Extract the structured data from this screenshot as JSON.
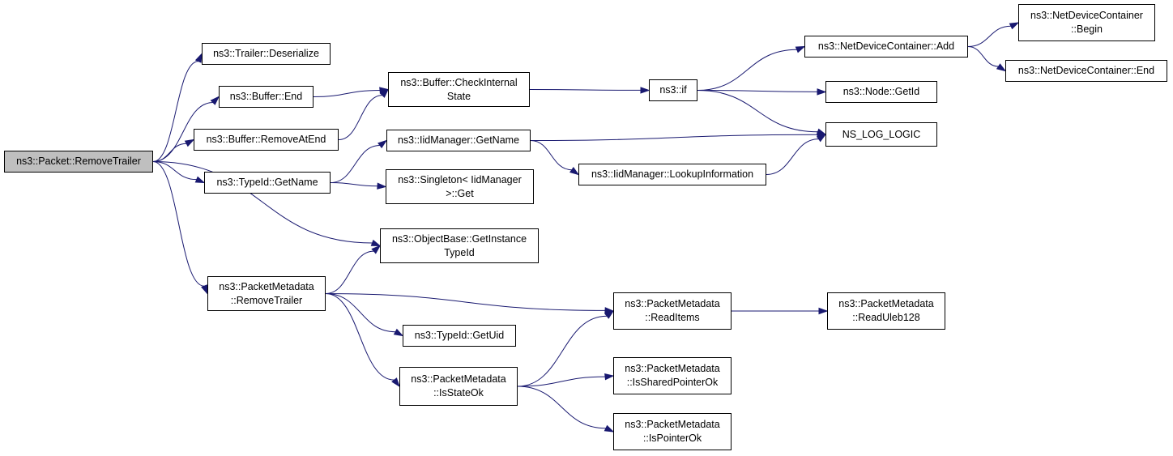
{
  "colors": {
    "edge": "#191970",
    "root_fill": "#bfbfbf",
    "node_fill": "#ffffff",
    "border": "#000000"
  },
  "nodes": {
    "remove_trailer": {
      "lines": [
        "ns3::Packet::RemoveTrailer"
      ]
    },
    "trailer_deserialize": {
      "lines": [
        "ns3::Trailer::Deserialize"
      ]
    },
    "buffer_end": {
      "lines": [
        "ns3::Buffer::End"
      ]
    },
    "buffer_remove_at_end": {
      "lines": [
        "ns3::Buffer::RemoveAtEnd"
      ]
    },
    "typeid_getname": {
      "lines": [
        "ns3::TypeId::GetName"
      ]
    },
    "objectbase_getinstancetypeid": {
      "lines": [
        "ns3::ObjectBase::GetInstance",
        "TypeId"
      ]
    },
    "pm_remove_trailer": {
      "lines": [
        "ns3::PacketMetadata",
        "::RemoveTrailer"
      ]
    },
    "buffer_checkinternalstate": {
      "lines": [
        "ns3::Buffer::CheckInternal",
        "State"
      ]
    },
    "iidmanager_getname": {
      "lines": [
        "ns3::IidManager::GetName"
      ]
    },
    "singleton_get": {
      "lines": [
        "ns3::Singleton< IidManager",
        ">::Get"
      ]
    },
    "typeid_getuid": {
      "lines": [
        "ns3::TypeId::GetUid"
      ]
    },
    "pm_isstateok": {
      "lines": [
        "ns3::PacketMetadata",
        "::IsStateOk"
      ]
    },
    "ns3_if": {
      "lines": [
        "ns3::if"
      ]
    },
    "iidmanager_lookupinformation": {
      "lines": [
        "ns3::IidManager::LookupInformation"
      ]
    },
    "pm_readitems": {
      "lines": [
        "ns3::PacketMetadata",
        "::ReadItems"
      ]
    },
    "pm_issharedpointerok": {
      "lines": [
        "ns3::PacketMetadata",
        "::IsSharedPointerOk"
      ]
    },
    "pm_ispointerok": {
      "lines": [
        "ns3::PacketMetadata",
        "::IsPointerOk"
      ]
    },
    "ndc_add": {
      "lines": [
        "ns3::NetDeviceContainer::Add"
      ]
    },
    "node_getid": {
      "lines": [
        "ns3::Node::GetId"
      ]
    },
    "ns_log_logic": {
      "lines": [
        "NS_LOG_LOGIC"
      ]
    },
    "pm_readuleb128": {
      "lines": [
        "ns3::PacketMetadata",
        "::ReadUleb128"
      ]
    },
    "ndc_begin": {
      "lines": [
        "ns3::NetDeviceContainer",
        "::Begin"
      ]
    },
    "ndc_end": {
      "lines": [
        "ns3::NetDeviceContainer::End"
      ]
    }
  },
  "edges": [
    [
      "remove_trailer",
      "trailer_deserialize"
    ],
    [
      "remove_trailer",
      "buffer_end"
    ],
    [
      "remove_trailer",
      "buffer_remove_at_end"
    ],
    [
      "remove_trailer",
      "typeid_getname"
    ],
    [
      "remove_trailer",
      "objectbase_getinstancetypeid"
    ],
    [
      "remove_trailer",
      "pm_remove_trailer"
    ],
    [
      "buffer_end",
      "buffer_checkinternalstate"
    ],
    [
      "buffer_remove_at_end",
      "buffer_checkinternalstate"
    ],
    [
      "buffer_checkinternalstate",
      "ns3_if"
    ],
    [
      "ns3_if",
      "ndc_add"
    ],
    [
      "ns3_if",
      "node_getid"
    ],
    [
      "ns3_if",
      "ns_log_logic"
    ],
    [
      "ndc_add",
      "ndc_begin"
    ],
    [
      "ndc_add",
      "ndc_end"
    ],
    [
      "typeid_getname",
      "iidmanager_getname"
    ],
    [
      "typeid_getname",
      "singleton_get"
    ],
    [
      "iidmanager_getname",
      "ns_log_logic"
    ],
    [
      "iidmanager_getname",
      "iidmanager_lookupinformation"
    ],
    [
      "iidmanager_lookupinformation",
      "ns_log_logic"
    ],
    [
      "pm_remove_trailer",
      "objectbase_getinstancetypeid"
    ],
    [
      "pm_remove_trailer",
      "pm_readitems"
    ],
    [
      "pm_remove_trailer",
      "typeid_getuid"
    ],
    [
      "pm_remove_trailer",
      "pm_isstateok"
    ],
    [
      "pm_isstateok",
      "pm_readitems"
    ],
    [
      "pm_isstateok",
      "pm_issharedpointerok"
    ],
    [
      "pm_isstateok",
      "pm_ispointerok"
    ],
    [
      "pm_readitems",
      "pm_readuleb128"
    ]
  ]
}
